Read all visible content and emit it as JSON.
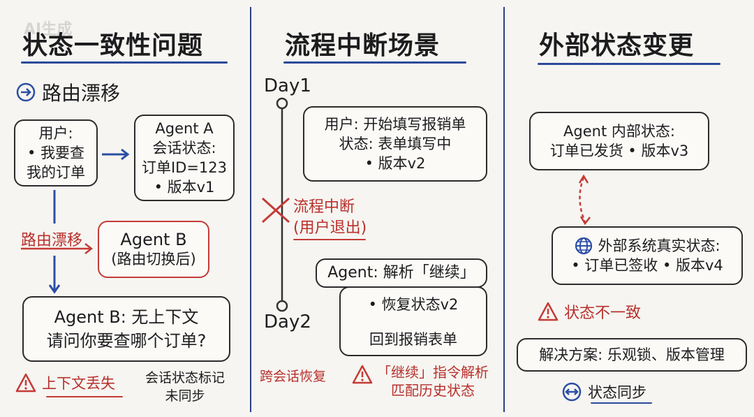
{
  "watermark": "AI生成",
  "columns": {
    "consistency": {
      "title": "状态一致性问题",
      "section_label": "路由漂移",
      "user_box": [
        "用户:",
        "• 我要查",
        "我的订单"
      ],
      "agent_a_box": [
        "Agent A",
        "会话状态:",
        "订单ID=123",
        "• 版本v1"
      ],
      "drift_label": "路由漂移",
      "agent_b_box": [
        "Agent B",
        "(路由切换后)"
      ],
      "agent_b_reply": [
        "Agent B: 无上下文",
        "请问你要查哪个订单?"
      ],
      "warning_label": "上下文丢失",
      "note": [
        "会话状态标记",
        "未同步"
      ]
    },
    "interruption": {
      "title": "流程中断场景",
      "day1": "Day1",
      "day2": "Day2",
      "start_box": [
        "用户: 开始填写报销单",
        "状态: 表单填写中",
        "• 版本v2"
      ],
      "interrupt_label": [
        "流程中断",
        "(用户退出)"
      ],
      "agent_header": "Agent: 解析「继续」",
      "restore_box": [
        "• 恢复状态v2",
        "回到报销表单"
      ],
      "cross_session": "跨会话恢复",
      "warning_label": [
        "「继续」指令解析",
        "匹配历史状态"
      ]
    },
    "external": {
      "title": "外部状态变更",
      "internal_box": [
        "Agent 内部状态:",
        "订单已发货 • 版本v3"
      ],
      "external_box": [
        "外部系统真实状态:",
        "• 订单已签收 • 版本v4"
      ],
      "warning_label": "状态不一致",
      "solution_box": "解决方案: 乐观锁、版本管理",
      "sync_label": "状态同步"
    }
  },
  "colors": {
    "blue": "#2c4ea3",
    "red": "#c43b37",
    "ink": "#1d1d1f",
    "background": "#f6f5f1"
  },
  "icons": [
    "arrow-circle-icon",
    "warning-icon",
    "globe-icon",
    "double-arrow-icon",
    "cross-icon"
  ]
}
